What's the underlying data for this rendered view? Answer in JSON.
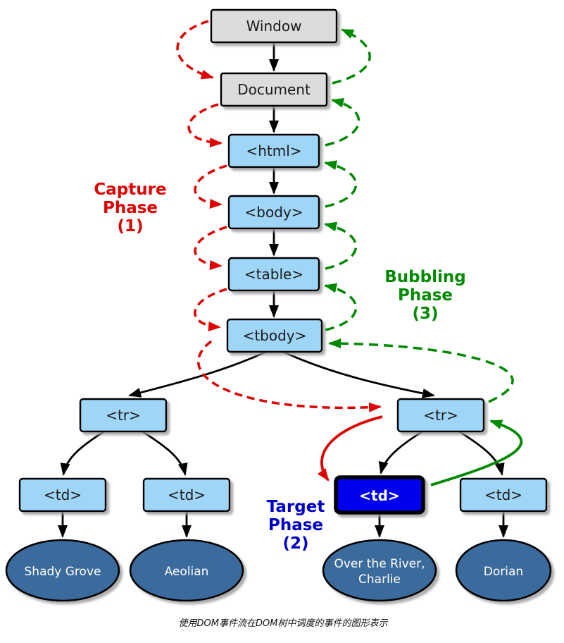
{
  "diagram": {
    "nodes": {
      "window": "Window",
      "document": "Document",
      "html": "<html>",
      "body": "<body>",
      "table": "<table>",
      "tbody": "<tbody>",
      "tr_left": "<tr>",
      "tr_right": "<tr>",
      "td_left1": "<td>",
      "td_left2": "<td>",
      "td_target": "<td>",
      "td_right2": "<td>",
      "leaf_shady_grove": "Shady Grove",
      "leaf_aeolian": "Aeolian",
      "leaf_over_river_line1": "Over the River,",
      "leaf_over_river_line2": "Charlie",
      "leaf_dorian": "Dorian"
    },
    "phases": {
      "capture": {
        "l1": "Capture",
        "l2": "Phase",
        "l3": "(1)"
      },
      "bubbling": {
        "l1": "Bubbling",
        "l2": "Phase",
        "l3": "(3)"
      },
      "target": {
        "l1": "Target",
        "l2": "Phase",
        "l3": "(2)"
      }
    },
    "caption": "使用DOM事件流在DOM树中调度的事件的图形表示",
    "colors": {
      "node_fill": "#9FD5F6",
      "chrome_fill": "#DCDCDC",
      "target_fill": "#0000F0",
      "leaf_fill": "#3A6B9C",
      "capture": "#E00000",
      "bubbling": "#008A00",
      "target_label": "#0000CC",
      "edge": "#000000"
    }
  }
}
